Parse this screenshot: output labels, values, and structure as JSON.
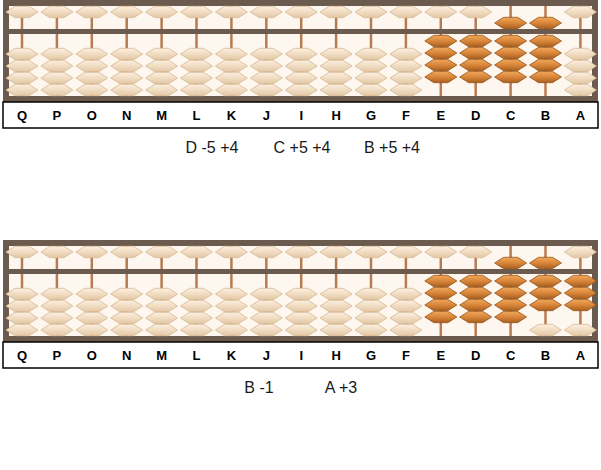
{
  "diagram": {
    "labels": [
      "Q",
      "P",
      "O",
      "N",
      "M",
      "L",
      "K",
      "J",
      "I",
      "H",
      "G",
      "F",
      "E",
      "D",
      "C",
      "B",
      "A",
      "D -5 +4",
      "C +5 +4",
      "B +5 +4",
      "Q",
      "P",
      "O",
      "N",
      "M",
      "L",
      "K",
      "J",
      "I",
      "H",
      "G",
      "F",
      "E",
      "D",
      "C",
      "B",
      "A",
      "B -1",
      "A +3"
    ]
  }
}
